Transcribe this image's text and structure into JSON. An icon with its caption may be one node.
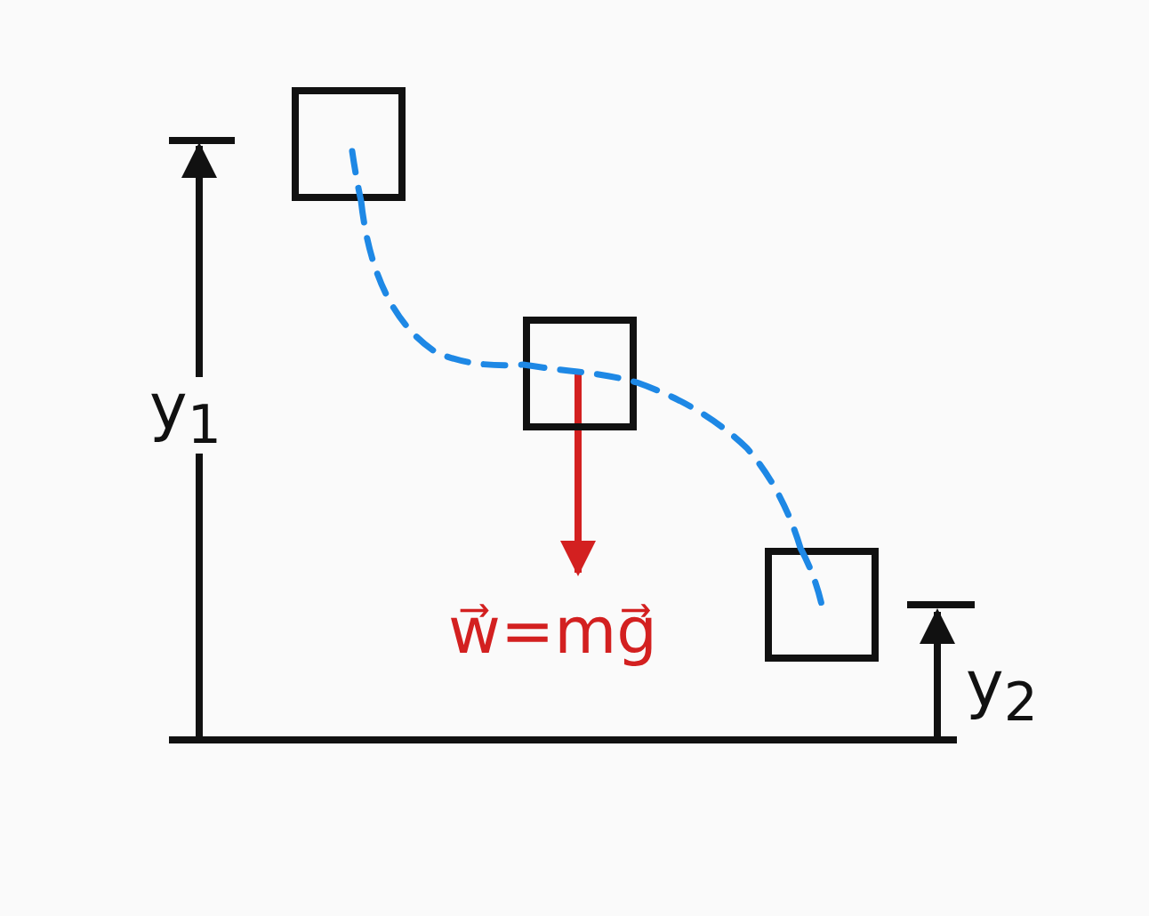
{
  "diagram": {
    "nodes": [
      {
        "text": [],
        "shape": "box"
      },
      {
        "text": [],
        "shape": "box"
      },
      {
        "text": [],
        "shape": "box"
      }
    ],
    "edges": [
      {
        "from": 0,
        "to": 1,
        "arrow": "none",
        "style": "dashed",
        "color": "#1e88e5"
      },
      {
        "from": 1,
        "to": 2,
        "arrow": "none",
        "style": "dashed",
        "color": "#1e88e5"
      }
    ],
    "labels": [
      "y$_{1}$",
      "w⃗=mg⃗",
      "y$_{2}$"
    ]
  }
}
